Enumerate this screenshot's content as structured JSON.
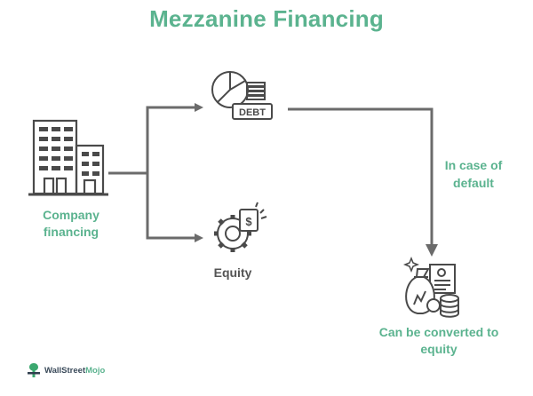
{
  "title": "Mezzanine Financing",
  "nodes": {
    "company": {
      "label_line1": "Company",
      "label_line2": "financing",
      "icon": "office-building-icon"
    },
    "debt": {
      "badge": "DEBT",
      "icon": "debt-chart-icon"
    },
    "equity": {
      "label": "Equity",
      "icon": "equity-gear-icon"
    },
    "converted": {
      "label_line1": "Can be converted to",
      "label_line2": "equity",
      "icon": "money-bag-document-icon"
    }
  },
  "edge_label": {
    "line1": "In case of",
    "line2": "default"
  },
  "brand": {
    "name_part1": "WallStreet",
    "name_part2": "Mojo",
    "icon": "wallstreetmojo-logo-icon"
  },
  "colors": {
    "accent": "#5bb38f",
    "line": "#6b6b6b",
    "icon": "#4a4a4a"
  }
}
